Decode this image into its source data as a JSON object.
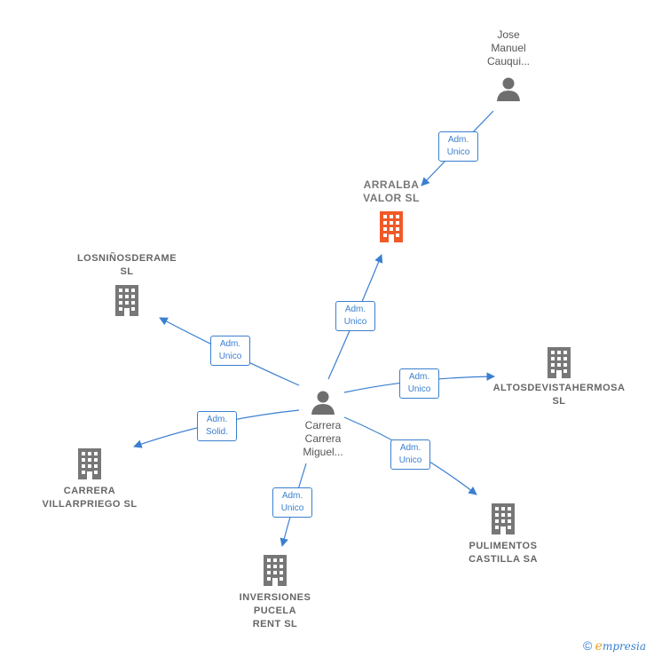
{
  "nodes": {
    "jose": {
      "label_lines": [
        "Jose",
        "Manuel",
        "Cauqui..."
      ]
    },
    "arralba": {
      "label_lines": [
        "ARRALBA",
        "VALOR  SL"
      ]
    },
    "losninos": {
      "label_lines": [
        "LOSNIÑOSDERAME",
        "SL"
      ]
    },
    "altos": {
      "label_lines": [
        "ALTOSDEVISTAHERMOSA",
        "SL"
      ]
    },
    "carrera_person": {
      "label_lines": [
        "Carrera",
        "Carrera",
        "Miguel..."
      ]
    },
    "villarpriego": {
      "label_lines": [
        "CARRERA",
        "VILLARPRIEGO SL"
      ]
    },
    "pulimentos": {
      "label_lines": [
        "PULIMENTOS",
        "CASTILLA SA"
      ]
    },
    "inversiones": {
      "label_lines": [
        "INVERSIONES",
        "PUCELA",
        "RENT SL"
      ]
    }
  },
  "badges": [
    {
      "id": "jose_arralba",
      "lines": [
        "Adm.",
        "Unico"
      ]
    },
    {
      "id": "carrera_arralba",
      "lines": [
        "Adm.",
        "Unico"
      ]
    },
    {
      "id": "carrera_losninos",
      "lines": [
        "Adm.",
        "Unico"
      ]
    },
    {
      "id": "carrera_altos",
      "lines": [
        "Adm.",
        "Unico"
      ]
    },
    {
      "id": "carrera_villarpriego",
      "lines": [
        "Adm.",
        "Solid."
      ]
    },
    {
      "id": "carrera_pulimentos",
      "lines": [
        "Adm.",
        "Unico"
      ]
    },
    {
      "id": "carrera_inversiones",
      "lines": [
        "Adm.",
        "Unico"
      ]
    }
  ],
  "colors": {
    "edge": "#3a7fd0",
    "focus_building": "#f05a28",
    "building": "#777777",
    "person": "#6e6e6e"
  },
  "footer": {
    "copyright": "©",
    "brand_initial": "e",
    "brand_rest": "mpresia"
  }
}
